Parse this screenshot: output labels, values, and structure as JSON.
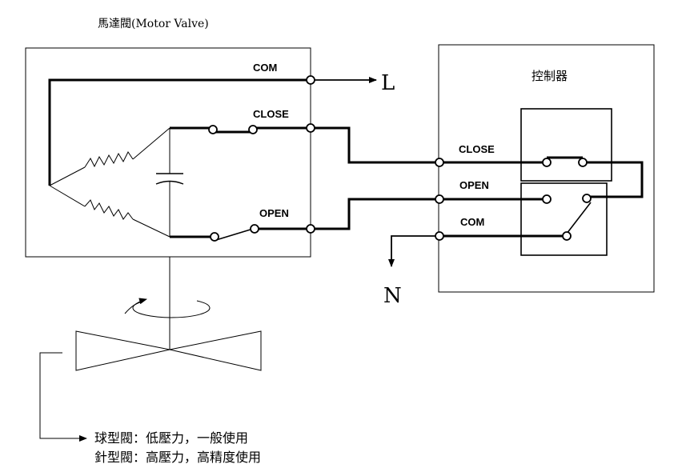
{
  "motor_valve": {
    "title": "馬達閥(Motor Valve)",
    "terminals": {
      "com": "COM",
      "close": "CLOSE",
      "open": "OPEN"
    }
  },
  "controller": {
    "title": "控制器",
    "terminals": {
      "close": "CLOSE",
      "open": "OPEN",
      "com": "COM"
    }
  },
  "supply": {
    "line": "L",
    "neutral": "N"
  },
  "notes": {
    "globe_valve": "球型閥：低壓力，一般使用",
    "needle_valve": "針型閥：高壓力，高精度使用"
  }
}
